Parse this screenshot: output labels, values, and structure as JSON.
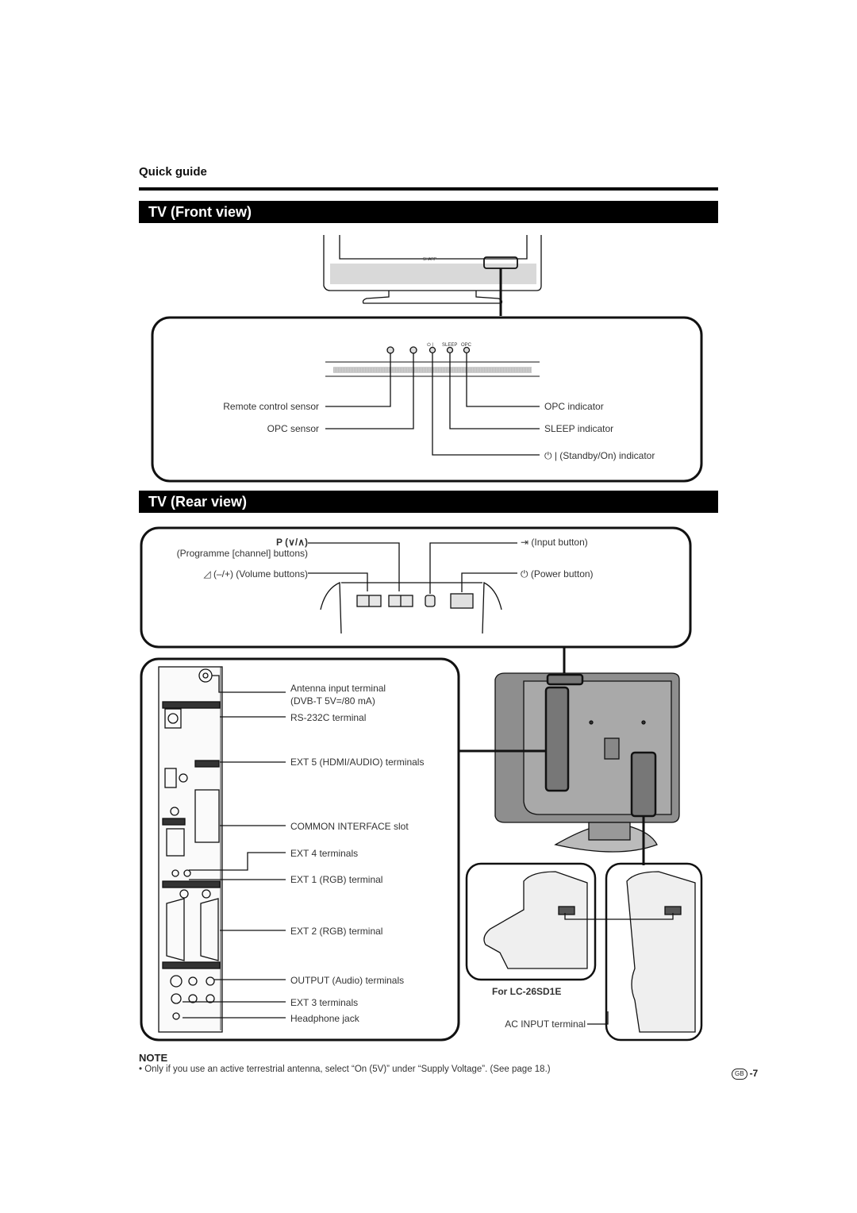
{
  "section": "Quick guide",
  "front": {
    "title": "TV (Front view)",
    "brand": "SHARP",
    "indicator_tiny": {
      "power": "⏻ |",
      "sleep": "SLEEP",
      "opc": "OPC"
    },
    "labels": {
      "remote_sensor": "Remote control sensor",
      "opc_sensor": "OPC sensor",
      "opc_indicator": "OPC indicator",
      "sleep_indicator": "SLEEP indicator",
      "standby": "(Standby/On) indicator"
    }
  },
  "rear": {
    "title": "TV (Rear view)",
    "labels": {
      "prog_symbol": "P (∨/∧)",
      "programme": "(Programme [channel] buttons)",
      "volume": "(–/+) (Volume buttons)",
      "input": "(Input button)",
      "power": "(Power button)"
    },
    "panel": {
      "antenna": "Antenna input terminal",
      "antenna_spec": "(DVB-T 5V=/80 mA)",
      "rs232c": "RS-232C terminal",
      "ext5": "EXT 5 (HDMI/AUDIO) terminals",
      "ci": "COMMON INTERFACE slot",
      "ext4": "EXT 4 terminals",
      "ext1": "EXT 1 (RGB) terminal",
      "ext2": "EXT 2 (RGB) terminal",
      "output": "OUTPUT (Audio) terminals",
      "ext3": "EXT 3 terminals",
      "headphone": "Headphone jack"
    },
    "model_note": "For LC-26SD1E",
    "ac_input": "AC INPUT terminal"
  },
  "note": {
    "title": "NOTE",
    "text": "• Only if you use an active terrestrial antenna, select “On (5V)” under “Supply Voltage”. (See page 18.)"
  },
  "page": {
    "badge": "GB",
    "number": "-7"
  }
}
